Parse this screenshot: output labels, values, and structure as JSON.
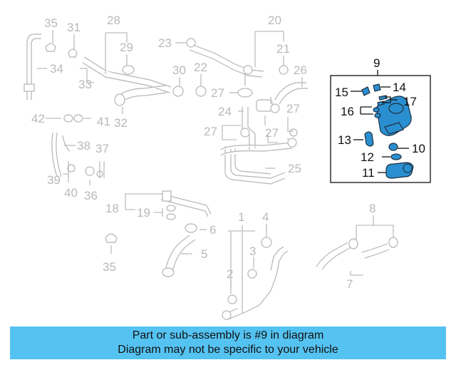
{
  "diagram": {
    "highlighted_part": "9",
    "callouts_highlighted": [
      "9",
      "10",
      "11",
      "12",
      "13",
      "14",
      "15",
      "16",
      "17"
    ],
    "callouts": [
      "1",
      "2",
      "3",
      "4",
      "5",
      "6",
      "7",
      "8",
      "18",
      "19",
      "20",
      "21",
      "22",
      "23",
      "24",
      "25",
      "26",
      "27",
      "28",
      "29",
      "30",
      "31",
      "32",
      "33",
      "34",
      "35",
      "36",
      "37",
      "38",
      "39",
      "40",
      "41",
      "42"
    ],
    "colors": {
      "highlight_fill": "#2a8fd0",
      "ghost_stroke": "#b5b5b5",
      "banner": "#55c3f2"
    }
  },
  "banner": {
    "line1": "Part or sub-assembly is #9 in diagram",
    "line2": "Diagram may not be specific to your vehicle"
  }
}
